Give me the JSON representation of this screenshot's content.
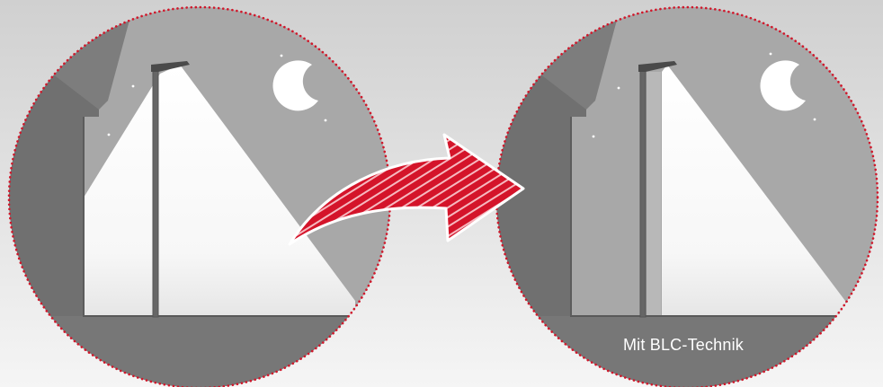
{
  "panels": [
    {
      "id": "without-blc",
      "caption": ""
    },
    {
      "id": "with-blc",
      "caption": "Mit BLC-Technik"
    }
  ],
  "colors": {
    "background_top": "#d2d2d2",
    "background_bottom": "#f4f4f4",
    "circle_fill": "#7d7d7d",
    "sky": "#a7a7a7",
    "light_beam": "#ffffff",
    "pole": "#6a6a6a",
    "dotted_border": "#d0182b",
    "arrow_red": "#d4142a",
    "moon": "#ffffff"
  },
  "icons": {
    "moon": "crescent-moon-icon",
    "arrow": "curved-arrow-icon",
    "lamp": "street-lamp-icon"
  }
}
